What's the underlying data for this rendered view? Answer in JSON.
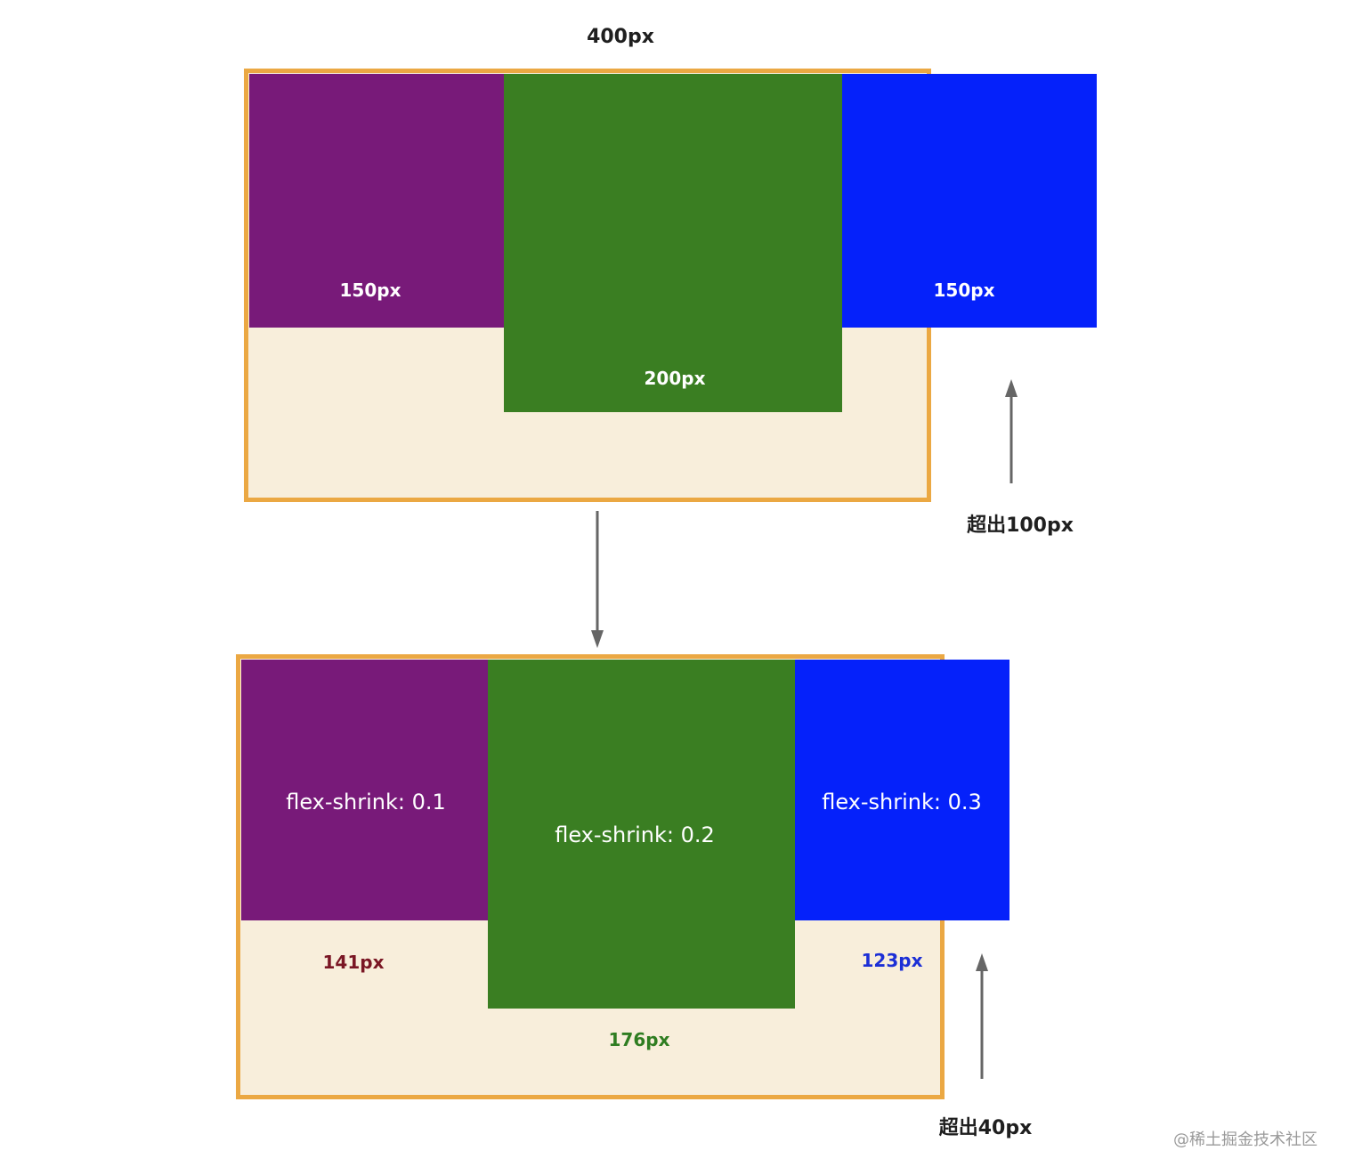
{
  "colors": {
    "container_bg": "#f8eedb",
    "container_border": "#eba843",
    "purple": "#781a79",
    "green": "#3a7e22",
    "blue": "#0521fa",
    "label_141": "#7a1624",
    "label_176": "#2f7d21",
    "label_123": "#1c2fd6",
    "arrow": "#666666"
  },
  "top": {
    "container_width_label": "400px",
    "purple_label": "150px",
    "green_label": "200px",
    "blue_label": "150px",
    "overflow_label": "超出100px"
  },
  "bottom": {
    "purple_shrink": "flex-shrink: 0.1",
    "green_shrink": "flex-shrink: 0.2",
    "blue_shrink": "flex-shrink: 0.3",
    "purple_size": "141px",
    "green_size": "176px",
    "blue_size": "123px",
    "overflow_label": "超出40px"
  },
  "watermark": "@稀土掘金技术社区"
}
